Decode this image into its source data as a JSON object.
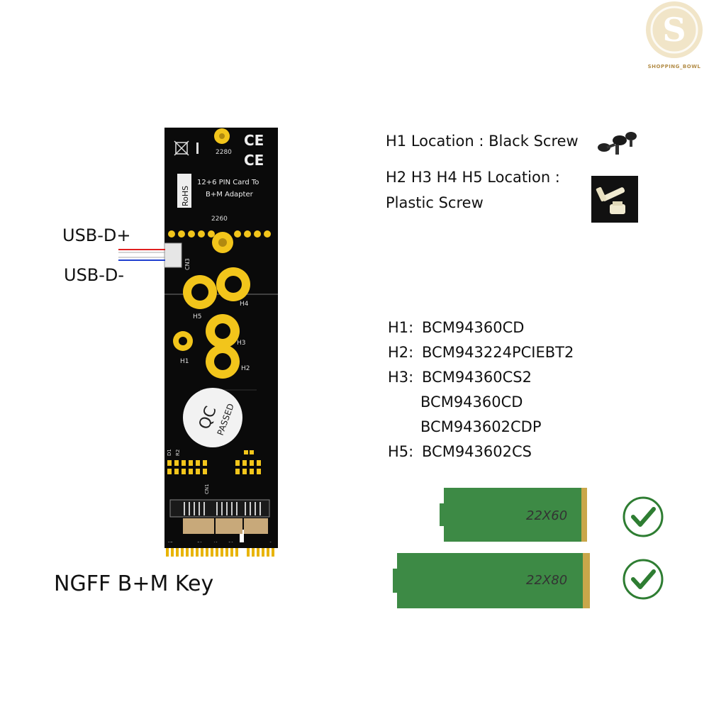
{
  "watermark": {
    "text": "SHOPPING_BOWL",
    "logo_color": "#c9a461"
  },
  "board": {
    "color": "#0a0a0a",
    "pad_color": "#f2c51b",
    "labels": {
      "size_2280": "2280",
      "size_2260": "2260",
      "title_line1": "12+6 PIN Card To",
      "title_line2": "B+M Adapter",
      "rohs": "RoHS",
      "ce": "CE",
      "cn3": "CN3",
      "cn1": "CN1",
      "h1": "H1",
      "h2": "H2",
      "h3": "H3",
      "h4": "H4",
      "h5": "H5",
      "qc": "QC",
      "passed": "PASSED",
      "d1": "D1",
      "r2": "R2",
      "pin67": "67",
      "pin51": "51",
      "pin41": "41",
      "pin31": "31",
      "pin21": "21",
      "pin1": "1"
    }
  },
  "wires": {
    "plus_color": "#e02020",
    "minus_color": "#2040d0"
  },
  "labels": {
    "usb_plus": "USB-D+",
    "usb_minus": "USB-D-",
    "key": "NGFF B+M Key"
  },
  "screws": {
    "h1_line": "H1 Location : Black Screw",
    "h2_line1": "H2 H3 H4 H5 Location :",
    "h2_line2": "Plastic Screw"
  },
  "compat": [
    {
      "hole": "H1:",
      "model": "BCM94360CD"
    },
    {
      "hole": "H2:",
      "model": "BCM943224PCIEBT2"
    },
    {
      "hole": "H3:",
      "model": "BCM94360CS2"
    },
    {
      "hole": "",
      "model": "BCM94360CD"
    },
    {
      "hole": "",
      "model": "BCM943602CDP"
    },
    {
      "hole": "H5:",
      "model": "BCM943602CS"
    }
  ],
  "cards": [
    {
      "size": "22X60",
      "color": "#3d8a45",
      "check_color": "#2e7d32"
    },
    {
      "size": "22X80",
      "color": "#3d8a45",
      "check_color": "#2e7d32"
    }
  ]
}
